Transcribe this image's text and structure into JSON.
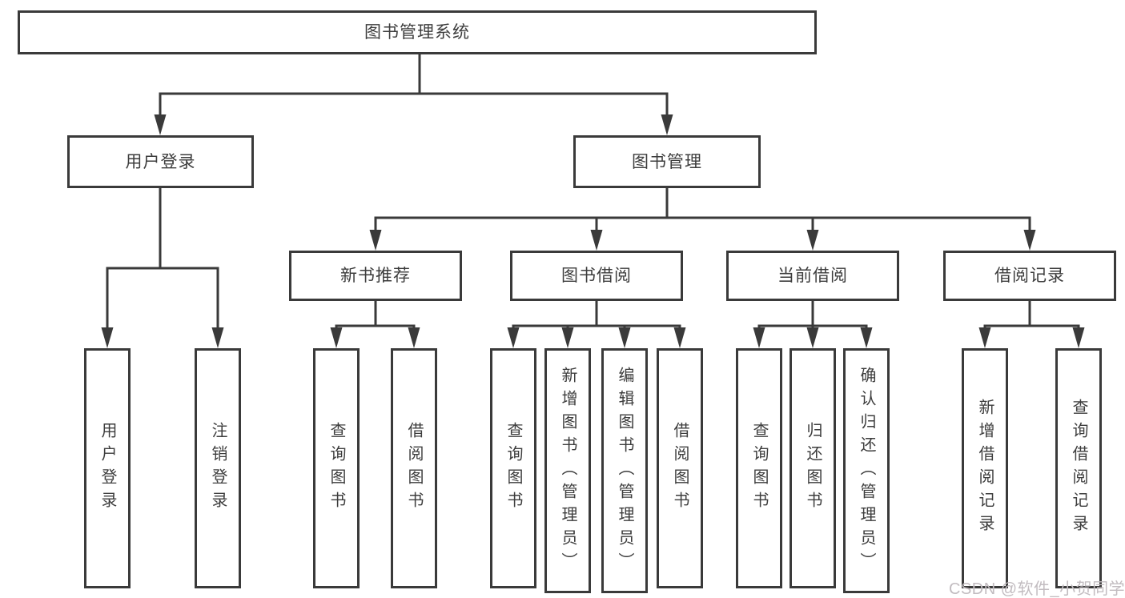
{
  "colors": {
    "line": "#3a3a3a",
    "box_border": "#3a3a3a",
    "box_fill": "#ffffff",
    "text": "#3d3d3d",
    "watermark": "#c2bcc0",
    "background": "#ffffff"
  },
  "watermark": {
    "text": "CSDN @软件_小贺同学"
  },
  "tree": {
    "label": "图书管理系统",
    "children": [
      {
        "label": "用户登录",
        "children": [
          {
            "label": "用户登录"
          },
          {
            "label": "注销登录"
          }
        ]
      },
      {
        "label": "图书管理",
        "children": [
          {
            "label": "新书推荐",
            "children": [
              {
                "label": "查询图书"
              },
              {
                "label": "借阅图书"
              }
            ]
          },
          {
            "label": "图书借阅",
            "children": [
              {
                "label": "查询图书"
              },
              {
                "label": "新增图书（管理员）"
              },
              {
                "label": "编辑图书（管理员）"
              },
              {
                "label": "借阅图书"
              }
            ]
          },
          {
            "label": "当前借阅",
            "children": [
              {
                "label": "查询图书"
              },
              {
                "label": "归还图书"
              },
              {
                "label": "确认归还（管理员）"
              }
            ]
          },
          {
            "label": "借阅记录",
            "children": [
              {
                "label": "新增借阅记录"
              },
              {
                "label": "查询借阅记录"
              }
            ]
          }
        ]
      }
    ]
  }
}
